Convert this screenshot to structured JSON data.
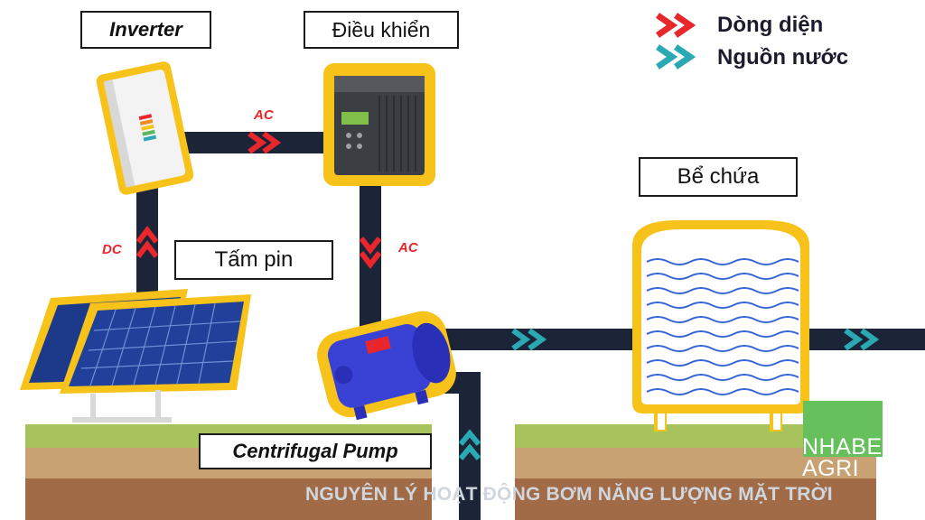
{
  "labels": {
    "inverter": "Inverter",
    "controller": "Điều khiển",
    "panel": "Tấm pin",
    "tank": "Bể chứa",
    "pump": "Centrifugal Pump"
  },
  "legend": {
    "current": "Dòng diện",
    "water": "Nguồn nước"
  },
  "flow_tags": {
    "ac_top": "AC",
    "ac_right": "AC",
    "dc": "DC"
  },
  "caption": "NGUYÊN LÝ HOẠT ĐỘNG BƠM NĂNG LƯỢNG MẶT TRỜI",
  "logo": {
    "line1": "NHABE",
    "line2": "AGRI"
  },
  "colors": {
    "pipe": "#1c2438",
    "current_arrow": "#e8262c",
    "water_arrow": "#2aa9b5",
    "highlight": "#f7c31a",
    "grass": "#a8c25c",
    "soil_light": "#c8a273",
    "soil_dark": "#a26b47",
    "water_wave": "#3b66d6",
    "pump_body": "#3a42d6",
    "logo_bg": "#66c05c"
  }
}
